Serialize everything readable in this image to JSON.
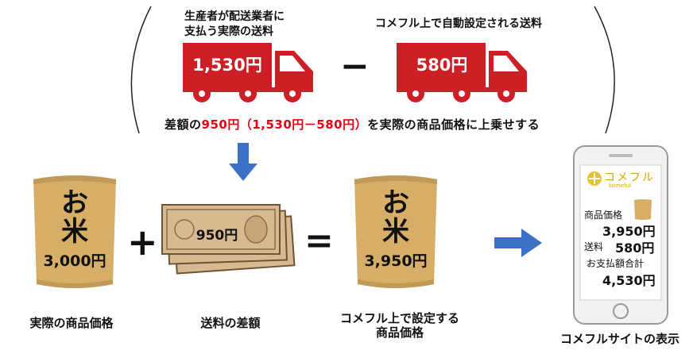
{
  "top": {
    "left_label_line1": "生産者が配送業者に",
    "left_label_line2": "支払う実際の送料",
    "right_label": "コメフル上で自動設定される送料",
    "left_truck_amount": "1,530円",
    "right_truck_amount": "580円",
    "minus_sign": "−",
    "difference": {
      "prefix": "差額の",
      "amount": "950円（1,530円－580円）",
      "suffix": "を実際の商品価格に上乗せする"
    }
  },
  "bottom": {
    "rice_bag_label": "お\n米",
    "actual_price": "3,000円",
    "plus_sign": "+",
    "money_amount": "950円",
    "equals_sign": "=",
    "set_price": "3,950円",
    "captions": {
      "actual": "実際の商品価格",
      "shipping_diff": "送料の差額",
      "set_price_line1": "コメフル上で設定する",
      "set_price_line2": "商品価格",
      "site_display": "コメフルサイトの表示"
    }
  },
  "phone": {
    "brand": "コメフル",
    "brand_sub": "komeful",
    "price_label": "商品価格",
    "price_value": "3,950円",
    "shipping_label": "送料",
    "shipping_value": "580円",
    "total_label": "お支払額合計",
    "total_value": "4,530円"
  },
  "colors": {
    "truck_red": "#cc1f26",
    "accent_red": "#e60012",
    "arrow_blue": "#3d70c7",
    "bag_tan": "#d6ae67",
    "money_tan": "#d9b98f"
  },
  "icons": [
    "truck-icon",
    "rice-bag-icon",
    "banknote-stack-icon",
    "smartphone-icon",
    "down-arrow-icon",
    "right-arrow-icon"
  ]
}
